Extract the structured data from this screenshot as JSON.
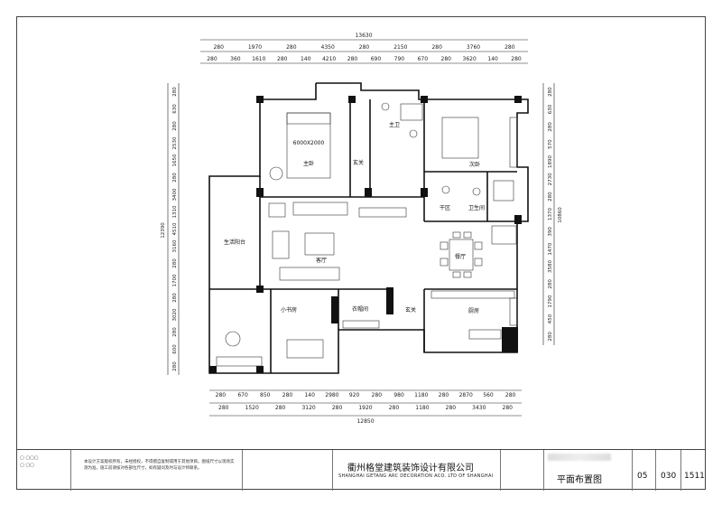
{
  "plan": {
    "top_total": "13630",
    "top_row1": [
      "280",
      "1970",
      "280",
      "4350",
      "280",
      "2150",
      "280",
      "3760",
      "280"
    ],
    "top_row2": [
      "280",
      "360",
      "1610",
      "280",
      "140",
      "4210",
      "280",
      "690",
      "790",
      "670",
      "280",
      "3620",
      "140",
      "280"
    ],
    "bottom_row1": [
      "280",
      "670",
      "850",
      "280",
      "140",
      "2980",
      "920",
      "280",
      "980",
      "1180",
      "280",
      "2870",
      "560",
      "280"
    ],
    "bottom_row2": [
      "280",
      "1520",
      "280",
      "3120",
      "280",
      "1920",
      "280",
      "1180",
      "280",
      "3430",
      "280"
    ],
    "bottom_total": "12850",
    "left_outer": "12390",
    "right_outer": "10860",
    "left_segments": [
      "280",
      "630",
      "280",
      "2530",
      "1650",
      "280",
      "3400",
      "1310",
      "4510",
      "3160",
      "280",
      "1700",
      "280",
      "3020",
      "280",
      "600",
      "280"
    ],
    "right_segments": [
      "280",
      "630",
      "280",
      "570",
      "1890",
      "2730",
      "280",
      "1370",
      "390",
      "1470",
      "3580",
      "280",
      "1790",
      "450",
      "280"
    ],
    "rooms": {
      "master": "主卧",
      "master_bed": "6000X2000",
      "master_bath": "主卫",
      "foyer": "玄关",
      "second": "次卧",
      "balcony": "生活阳台",
      "living": "客厅",
      "dry": "干区",
      "bath": "卫生间",
      "dining": "餐厅",
      "study": "小书房",
      "closet": "衣帽间",
      "entry": "玄关",
      "kitchen": "厨房"
    }
  },
  "titleblock": {
    "notes": "本设计方案版权所有，未经授权，不得擅自复制或用于其他项目。图纸尺寸以现场实测为准，施工前请核对各部位尺寸，如有疑问及时与设计师联系。",
    "company_cn": "衢州格堂建筑装饰设计有限公司",
    "company_en": "SHANGHAI GETANG ARC DECORATION ACO. LTD OF SHANGHAI",
    "drawing_name": "平面布置图",
    "sheet_no": "05",
    "scale_no": "030",
    "code": "1511"
  }
}
